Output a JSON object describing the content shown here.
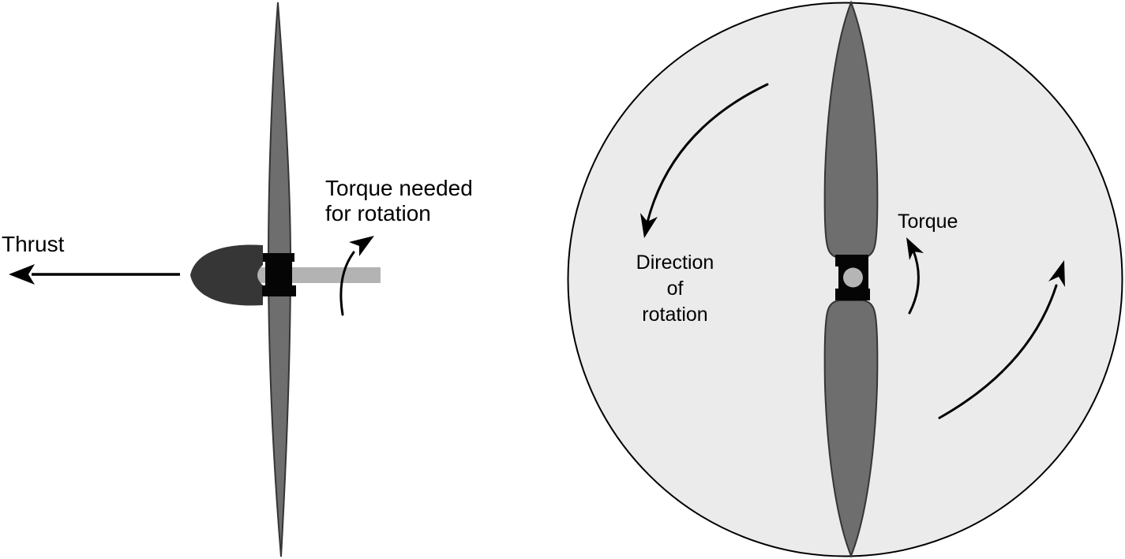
{
  "colors": {
    "page_bg": "#ffffff",
    "ink": "#000000",
    "text_color": "#000000",
    "disc_fill": "#ebebeb",
    "blade_fill": "#6e6e6e",
    "blade_stroke": "#353535",
    "spinner_fill": "#363636",
    "shaft_fill": "#b3b3b3",
    "hub_fill": "#050505",
    "hub_dot_fill": "#b5b5b5"
  },
  "left_view": {
    "thrust_label": "Thrust",
    "torque_label_lines": [
      "Torque needed",
      "for rotation"
    ]
  },
  "right_view": {
    "direction_label_lines": [
      "Direction",
      "of",
      "rotation"
    ],
    "torque_label": "Torque"
  }
}
